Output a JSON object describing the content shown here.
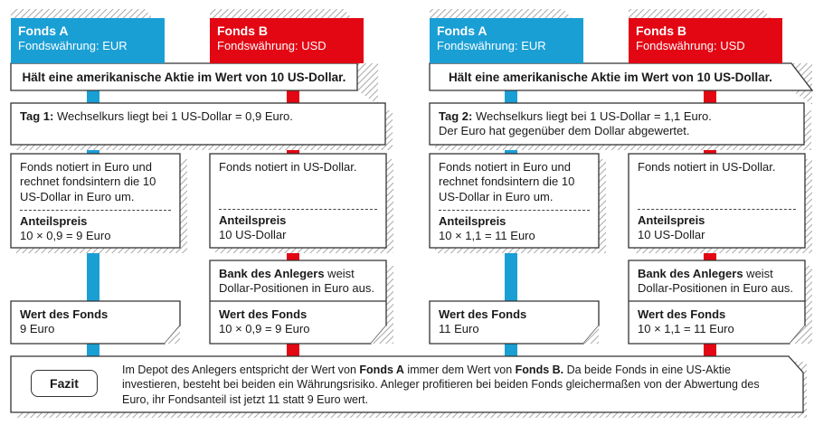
{
  "colors": {
    "fund_a": "#1a9fd5",
    "fund_b": "#e30613",
    "border": "#333333",
    "hatch": "#b0b0b0"
  },
  "fund_a": {
    "name": "Fonds A",
    "currency": "Fondswährung: EUR"
  },
  "fund_b": {
    "name": "Fonds B",
    "currency": "Fondswährung: USD"
  },
  "banner": "Hält eine amerikanische Aktie im Wert von 10 US-Dollar.",
  "left": {
    "day_label": "Tag 1:",
    "day_text": " Wechselkurs liegt bei 1 US-Dollar = 0,9 Euro.",
    "day_text2": "",
    "a_note": "Fonds notiert in Euro und rechnet fondsintern die 10 US-Dollar in Euro um.",
    "a_price_label": "Anteilspreis",
    "a_price_value": "10 × 0,9 = 9 Euro",
    "b_note": "Fonds notiert in US-Dollar.",
    "b_price_label": "Anteilspreis",
    "b_price_value": "10 US-Dollar",
    "bank_bold": "Bank des Anlegers",
    "bank_rest": " weist Dollar-Positionen in Euro aus.",
    "a_value_label": "Wert des Fonds",
    "a_value": "9 Euro",
    "b_value_label": "Wert des Fonds",
    "b_value": "10 × 0,9 = 9 Euro"
  },
  "right": {
    "day_label": "Tag 2:",
    "day_text": " Wechselkurs liegt bei 1 US-Dollar = 1,1 Euro.",
    "day_text2": "Der Euro hat gegenüber dem Dollar abgewertet.",
    "a_note": "Fonds notiert in Euro und rechnet fondsintern die 10 US-Dollar in Euro um.",
    "a_price_label": "Anteilspreis",
    "a_price_value": "10 × 1,1 = 11 Euro",
    "b_note": "Fonds notiert in US-Dollar.",
    "b_price_label": "Anteilspreis",
    "b_price_value": "10 US-Dollar",
    "bank_bold": "Bank des Anlegers",
    "bank_rest": " weist Dollar-Positionen in Euro aus.",
    "a_value_label": "Wert des Fonds",
    "a_value": "11 Euro",
    "b_value_label": "Wert des Fonds",
    "b_value": "10 × 1,1 = 11 Euro"
  },
  "fazit": {
    "label": "Fazit",
    "t1": "Im Depot des Anlegers entspricht der Wert von ",
    "b1": "Fonds A",
    "t2": " immer dem Wert von ",
    "b2": "Fonds B.",
    "t3": " Da beide Fonds in eine US-Aktie investieren, besteht bei beiden ein Währungsrisiko. Anleger profitieren bei beiden Fonds gleichermaßen von der Abwertung des Euro, ihr Fondsanteil ist jetzt 11 statt 9 Euro wert."
  }
}
